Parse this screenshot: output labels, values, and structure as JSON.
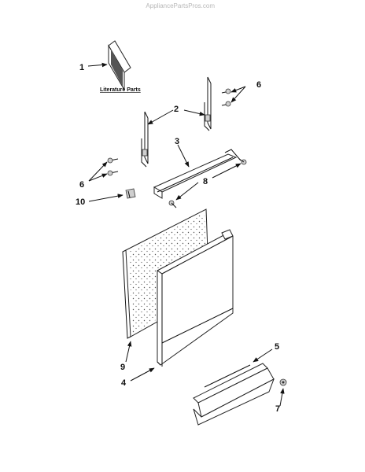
{
  "watermark": "AppliancePartsPros.com",
  "literature_label": "Literature Parts",
  "callouts": {
    "c1": "1",
    "c2": "2",
    "c3": "3",
    "c4": "4",
    "c5": "5",
    "c6a": "6",
    "c6b": "6",
    "c7": "7",
    "c8": "8",
    "c9": "9",
    "c10": "10"
  }
}
